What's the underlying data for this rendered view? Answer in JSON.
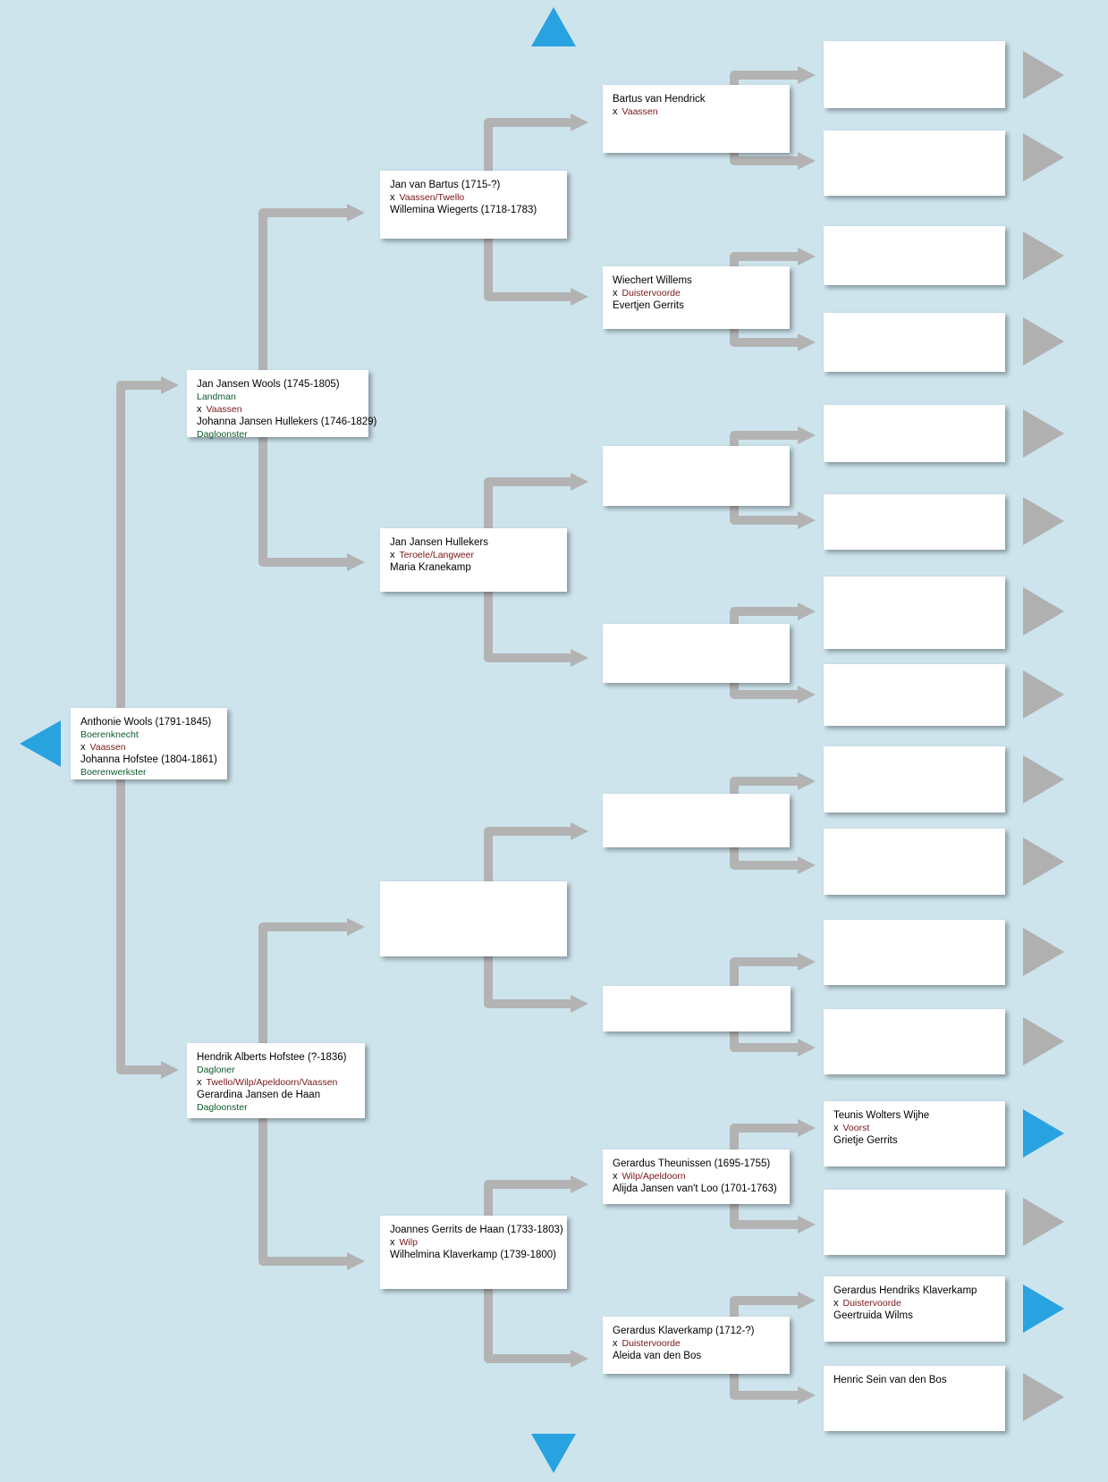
{
  "colors": {
    "background": "#cde4ed",
    "nav_active": "#29a3e0",
    "nav_inactive": "#b0b0b0",
    "connector": "#b3b3b3",
    "occupation": "#0d5a2a",
    "place": "#7a1515"
  },
  "navigation": {
    "up_icon": "triangle-up-icon",
    "down_icon": "triangle-down-icon",
    "back_icon": "triangle-left-icon",
    "forward_icon": "triangle-right-icon"
  },
  "people": {
    "root": {
      "husband": "Anthonie Wools (1791-1845)",
      "husband_occupation": "Boerenknecht",
      "marriage_mark": "x",
      "place": "Vaassen",
      "wife": "Johanna Hofstee (1804-1861)",
      "wife_occupation": "Boerenwerkster"
    },
    "g1_top": {
      "husband": "Jan Jansen Wools (1745-1805)",
      "husband_occupation": "Landman",
      "marriage_mark": "x",
      "place": "Vaassen",
      "wife": "Johanna Jansen Hullekers (1746-1829)",
      "wife_occupation": "Dagloonster"
    },
    "g1_bottom": {
      "husband": "Hendrik Alberts Hofstee  (?-1836)",
      "husband_occupation": "Dagloner",
      "marriage_mark": "x",
      "place": "Twello/Wilp/Apeldoorn/Vaassen",
      "wife": "Gerardina Jansen de Haan",
      "wife_occupation": "Dagloonster"
    },
    "g2_1": {
      "husband": "Jan van Bartus (1715-?)",
      "marriage_mark": "x",
      "place": "Vaassen/Twello",
      "wife": "Willemina Wiegerts (1718-1783)"
    },
    "g2_2": {
      "husband": "Jan Jansen Hullekers",
      "marriage_mark": "x",
      "place": "Teroele/Langweer",
      "wife": "Maria Kranekamp"
    },
    "g2_4": {
      "husband": "Joannes Gerrits de Haan (1733-1803)",
      "marriage_mark": "x",
      "place": "Wilp",
      "wife": "Wilhelmina Klaverkamp (1739-1800)"
    },
    "g3_1": {
      "husband": "Bartus van Hendrick",
      "marriage_mark": "x",
      "place": "Vaassen"
    },
    "g3_2": {
      "husband": "Wiechert Willems",
      "marriage_mark": "x",
      "place": "Duistervoorde",
      "wife": "Evertjen Gerrits"
    },
    "g3_7": {
      "husband": "Gerardus Theunissen (1695-1755)",
      "marriage_mark": "x",
      "place": "Wilp/Apeldoorn",
      "wife": "Alijda Jansen van't Loo (1701-1763)"
    },
    "g3_8": {
      "husband": "Gerardus Klaverkamp (1712-?)",
      "marriage_mark": "x",
      "place": "Duistervoorde",
      "wife": "Aleida van den Bos"
    },
    "g4_13": {
      "husband": "Teunis Wolters Wijhe",
      "marriage_mark": "x",
      "place": "Voorst",
      "wife": "Grietje Gerrits"
    },
    "g4_15": {
      "husband": "Gerardus Hendriks Klaverkamp",
      "marriage_mark": "x",
      "place": "Duistervoorde",
      "wife": "Geertruida Wilms"
    },
    "g4_16": {
      "husband": "Henric Sein van den Bos"
    }
  }
}
